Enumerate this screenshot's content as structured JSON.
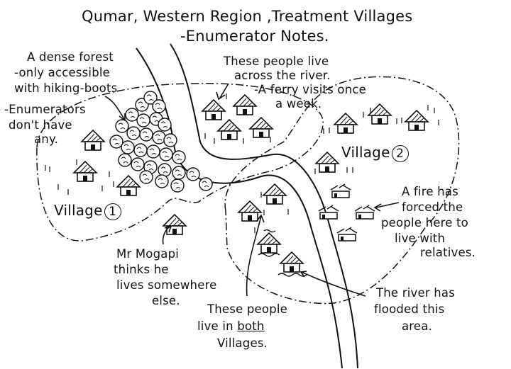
{
  "title": {
    "line1": "Qumar, Western Region ,Treatment Villages",
    "line2": "-Enumerator Notes."
  },
  "notes": {
    "forest": [
      "A dense forest",
      "-only accessible",
      "with hiking-boots"
    ],
    "enumerators": [
      "-Enumerators",
      "don't have",
      "any."
    ],
    "across_river": [
      "These people live",
      "across the river.",
      "-A ferry visits once",
      "a week."
    ],
    "fire": [
      "A fire has",
      "forced the",
      "people here to",
      "live with",
      "relatives."
    ],
    "mogapi": [
      "Mr Mogapi",
      "thinks he",
      "lives somewhere",
      "else."
    ],
    "both": {
      "prefix": "live in ",
      "emphasis": "both",
      "lines": [
        "These people",
        "Villages."
      ]
    },
    "flood": [
      "The river has",
      "flooded this",
      "area."
    ]
  },
  "villages": {
    "v1": {
      "word": "Village",
      "num": "1"
    },
    "v2": {
      "word": "Village",
      "num": "2"
    }
  },
  "icons": [
    "hut-icon",
    "forest-icon",
    "burnt-hut-icon",
    "water-icon"
  ]
}
